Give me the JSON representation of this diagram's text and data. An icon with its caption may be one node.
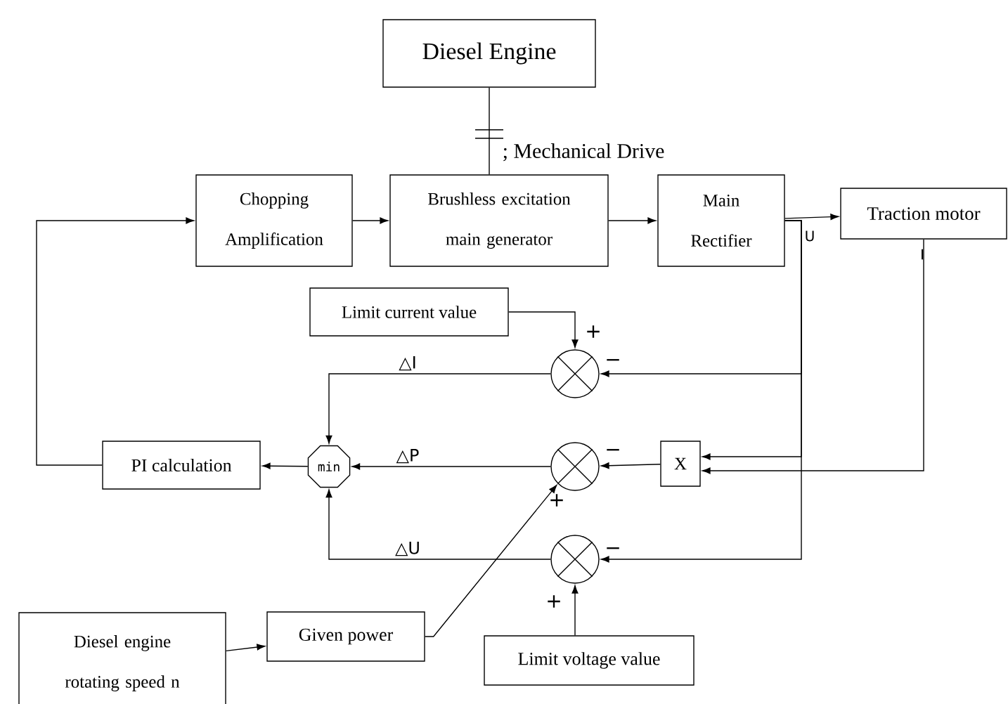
{
  "diagram": {
    "nodes": [
      {
        "text": [
          "Diesel Engine"
        ]
      },
      {
        "text": [
          "Chopping Amplification"
        ]
      },
      {
        "text": [
          "Brushless excitation main generator"
        ]
      },
      {
        "text": [
          "Main Rectifier"
        ]
      },
      {
        "text": [
          "Traction motor"
        ]
      },
      {
        "text": [
          "Limit current value"
        ]
      },
      {
        "text": [],
        "shape": "circle"
      },
      {
        "text": [
          "min"
        ]
      },
      {
        "text": [],
        "shape": "circle"
      },
      {
        "text": [
          "X"
        ]
      },
      {
        "text": [
          "PI calculation"
        ]
      },
      {
        "text": [],
        "shape": "circle"
      },
      {
        "text": [
          "Diesel engine rotating speed n"
        ]
      },
      {
        "text": [
          "Given power"
        ]
      },
      {
        "text": [
          "Limit voltage value"
        ]
      }
    ],
    "edges": [
      {
        "from": 0,
        "to": 2,
        "arrow": "none",
        "label": "; Mechanical Drive"
      },
      {
        "from": 1,
        "to": 2,
        "arrow": "to"
      },
      {
        "from": 2,
        "to": 3,
        "arrow": "to"
      },
      {
        "from": 3,
        "to": 4,
        "arrow": "to"
      },
      {
        "from": 10,
        "to": 1,
        "arrow": "to"
      },
      {
        "from": 5,
        "to": 6,
        "arrow": "to"
      },
      {
        "from": 3,
        "to": 6,
        "arrow": "to"
      },
      {
        "from": 3,
        "to": 9,
        "arrow": "to"
      },
      {
        "from": 3,
        "to": 11,
        "arrow": "to"
      },
      {
        "from": 4,
        "to": 9,
        "arrow": "to"
      },
      {
        "from": 9,
        "to": 8,
        "arrow": "to"
      },
      {
        "from": 6,
        "to": 7,
        "arrow": "to",
        "label": "△I"
      },
      {
        "from": 8,
        "to": 7,
        "arrow": "to",
        "label": "△P"
      },
      {
        "from": 11,
        "to": 7,
        "arrow": "to",
        "label": "△U"
      },
      {
        "from": 7,
        "to": 10,
        "arrow": "to"
      },
      {
        "from": 12,
        "to": 13,
        "arrow": "to"
      },
      {
        "from": 13,
        "to": 8,
        "arrow": "to"
      },
      {
        "from": 14,
        "to": 11,
        "arrow": "to"
      }
    ],
    "labels": [
      "U",
      "I",
      "+",
      "−",
      "−",
      "+",
      "−",
      "+"
    ]
  }
}
